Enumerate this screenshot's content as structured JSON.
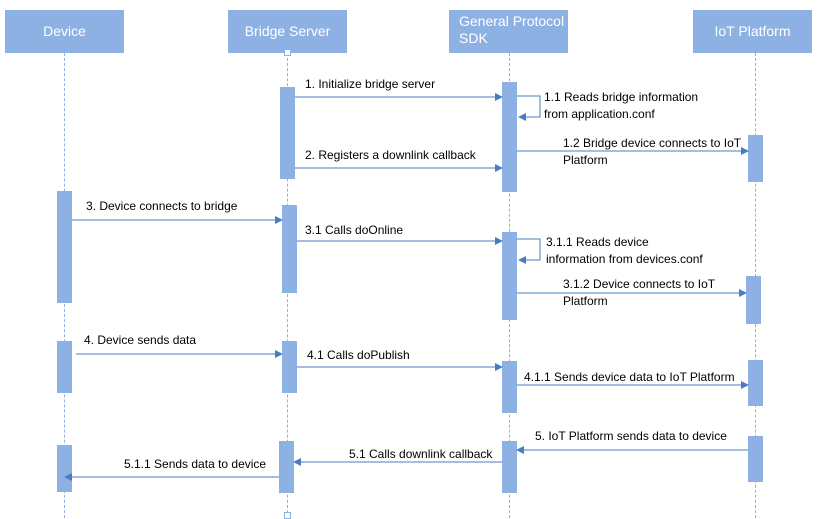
{
  "participants": {
    "device": "Device",
    "bridge": "Bridge Server",
    "sdk_line1": "General Protocol",
    "sdk_line2": "SDK",
    "iot": "IoT Platform"
  },
  "messages": {
    "m1": "1. Initialize bridge server",
    "m1_1_line1": "1.1 Reads bridge information",
    "m1_1_line2": "from application.conf",
    "m1_2_line1": "1.2 Bridge device connects to IoT",
    "m1_2_line2": "Platform",
    "m2": "2. Registers a downlink callback",
    "m3": "3. Device connects to bridge",
    "m3_1": "3.1 Calls doOnline",
    "m3_1_1_line1": "3.1.1 Reads device",
    "m3_1_1_line2": "information from devices.conf",
    "m3_1_2_line1": "3.1.2 Device connects to IoT",
    "m3_1_2_line2": "Platform",
    "m4": "4. Device sends data",
    "m4_1": "4.1 Calls doPublish",
    "m4_1_1": "4.1.1 Sends device data to IoT Platform",
    "m5": "5. IoT Platform sends data to device",
    "m5_1": "5.1 Calls downlink callback",
    "m5_1_1": "5.1.1 Sends data to device"
  },
  "colors": {
    "accent": "#8eb1e4",
    "arrow": "#4a7cc4"
  }
}
